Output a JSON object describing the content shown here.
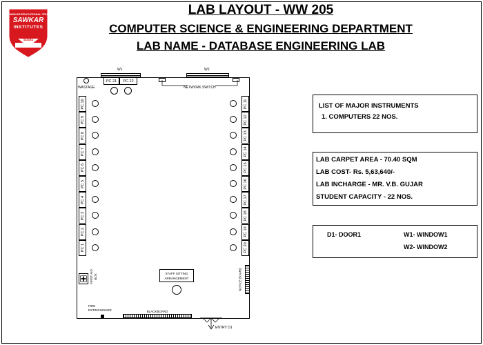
{
  "header": {
    "title": "LAB LAYOUT - WW 205",
    "department": "COMPUTER SCIENCE & ENGINEERING DEPARTMENT",
    "lab_name": "LAB NAME - DATABASE ENGINEERING LAB"
  },
  "logo": {
    "top_text": "SAWKAR EDUCATIONAL TRUST",
    "name": "SAWKAR",
    "sub": "INSTITUTES",
    "city": "SATARA",
    "colors": {
      "red": "#d7191f",
      "white": "#ffffff"
    }
  },
  "layout": {
    "w1": "W1",
    "w2": "W2",
    "wastage": "WASTAGE",
    "network_switch": "NETWORK SWITCH",
    "pcs_top": [
      "PC 21",
      "PC 22"
    ],
    "pcs_left": [
      "PC 10",
      "PC 9",
      "PC 8",
      "PC 7",
      "PC 6",
      "PC 5",
      "PC 4",
      "PC 3",
      "PC 2",
      "PC 1"
    ],
    "pcs_right": [
      "PC 11",
      "PC 12",
      "PC 13",
      "PC 14",
      "PC 15",
      "PC 16",
      "PC 17",
      "PC 18",
      "PC 19",
      "PC 20"
    ],
    "staff_line1": "STAFF SITTING",
    "staff_line2": "ARRANGEMENT",
    "blackboard": "BLACKBOARD",
    "notice_board": "NOTICE BOARD",
    "first_aid_1": "FIRST AID",
    "first_aid_2": "BOX",
    "fire_1": "FIRE",
    "fire_2": "EXTINGUISHER",
    "entry": "ENTRY D1"
  },
  "instruments": {
    "heading": "LIST OF MAJOR INSTRUMENTS",
    "items": [
      "1. COMPUTERS 22 NOS."
    ]
  },
  "details": {
    "carpet_area": "LAB CARPET AREA - 70.40 SQM",
    "cost": "LAB COST- Rs. 5,63,640/-",
    "incharge": "LAB INCHARGE - MR. V.B. GUJAR",
    "capacity": "STUDENT CAPACITY - 22 NOS."
  },
  "legend": {
    "d1": "D1- DOOR1",
    "w1": "W1- WINDOW1",
    "w2": "W2- WINDOW2"
  }
}
